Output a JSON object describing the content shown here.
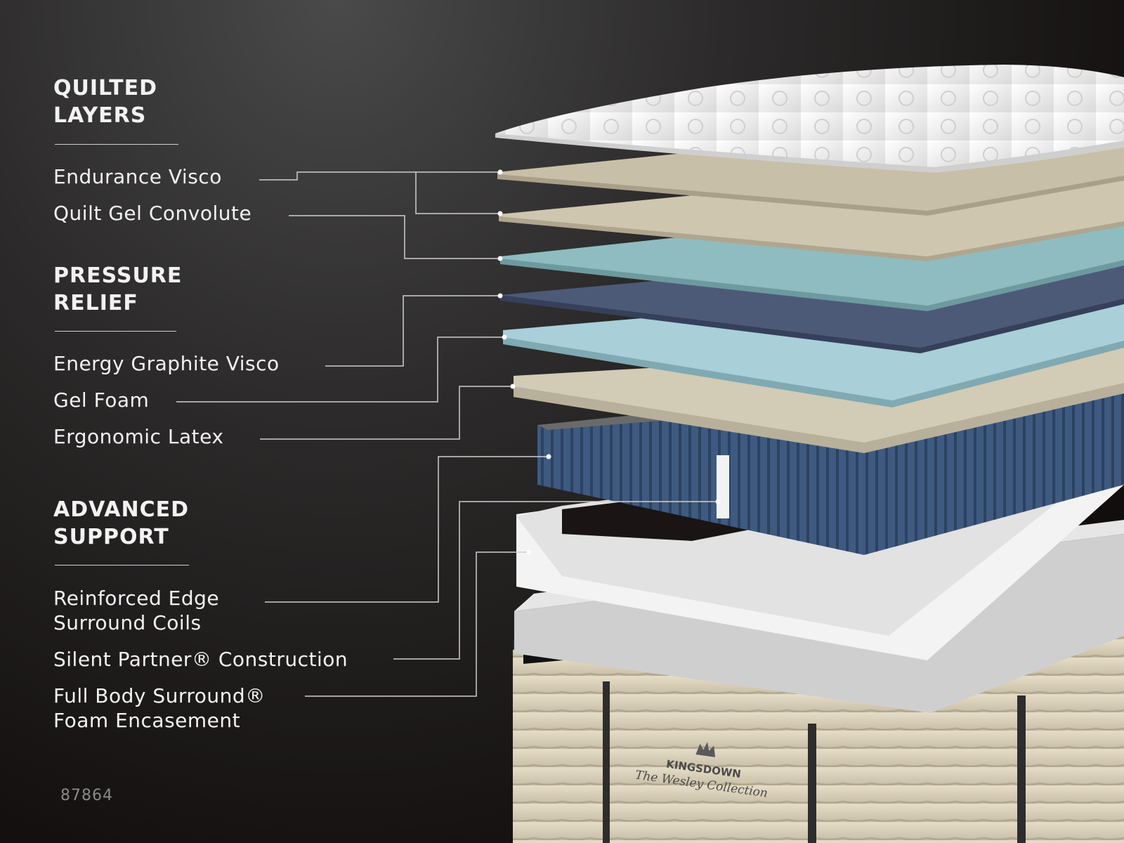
{
  "sections": [
    {
      "heading": "QUILTED\nLAYERS",
      "items": [
        "Endurance Visco",
        "Quilt Gel Convolute"
      ]
    },
    {
      "heading": "PRESSURE\nRELIEF",
      "items": [
        "Energy Graphite Visco",
        "Gel Foam",
        "Ergonomic Latex"
      ]
    },
    {
      "heading": "ADVANCED\nSUPPORT",
      "items": [
        "Reinforced Edge\nSurround Coils",
        "Silent Partner® Construction",
        "Full Body Surround®\nFoam Encasement"
      ]
    }
  ],
  "brand": {
    "name": "KINGSDOWN",
    "collection": "The Wesley Collection"
  },
  "product_code": "87864",
  "colors": {
    "background": "#141010",
    "text": "#f2f2f2",
    "leader_line": "#cfcfcf",
    "quilt_top": "#e9e9e9",
    "visco_layer": "#cfc6b0",
    "gel_layer": "#8fbcc0",
    "graphite_layer": "#4c5a78",
    "gel_foam_layer": "#a9cfd8",
    "latex_layer": "#d2cbb5",
    "coils": "#3e5a80",
    "foam_encasement": "#f2f2f2",
    "base_fabric": "#d8cfba"
  }
}
